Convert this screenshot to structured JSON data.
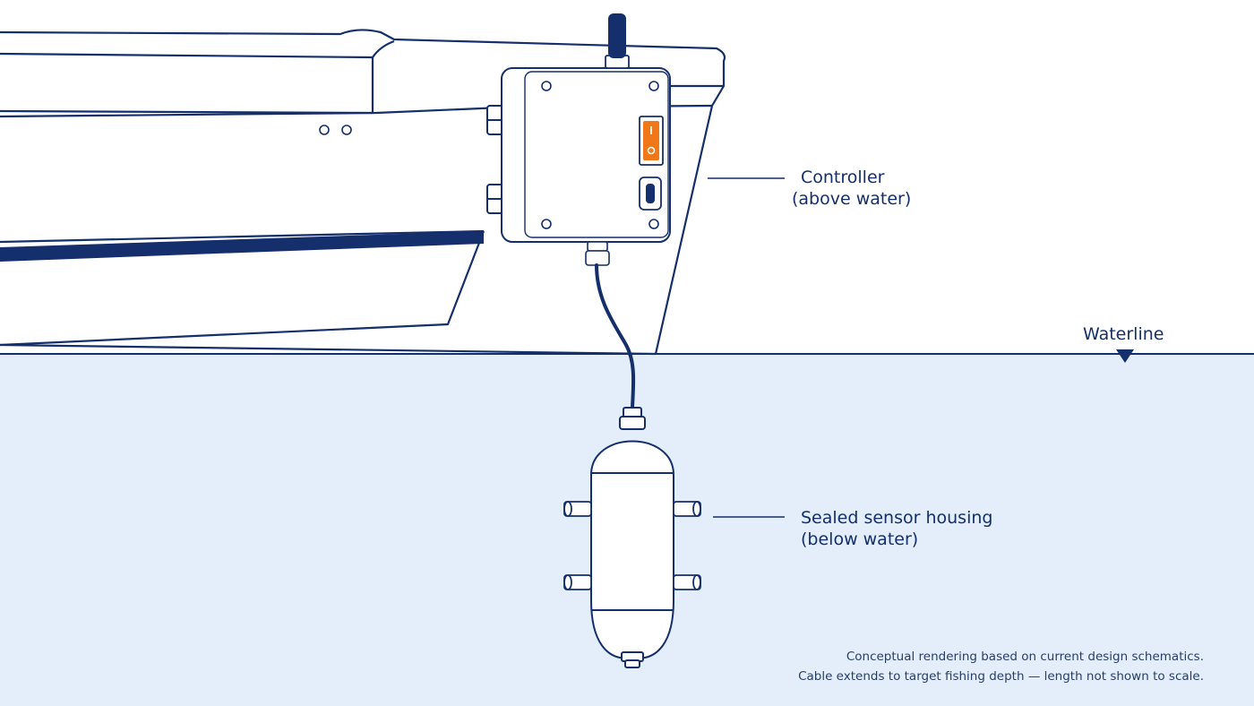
{
  "labels": {
    "controller": {
      "line1": "Controller",
      "line2": "(above water)"
    },
    "housing": {
      "line1": "Sealed sensor housing",
      "line2": "(below water)"
    },
    "waterline": "Waterline"
  },
  "note": {
    "line1": "Conceptual rendering based on current design schematics.",
    "line2": "Cable extends to target fishing depth — length not shown to scale."
  },
  "colors": {
    "ink": "#142f6b",
    "water": "#e3eefa",
    "switch": "#f07818",
    "background": "#ffffff"
  }
}
